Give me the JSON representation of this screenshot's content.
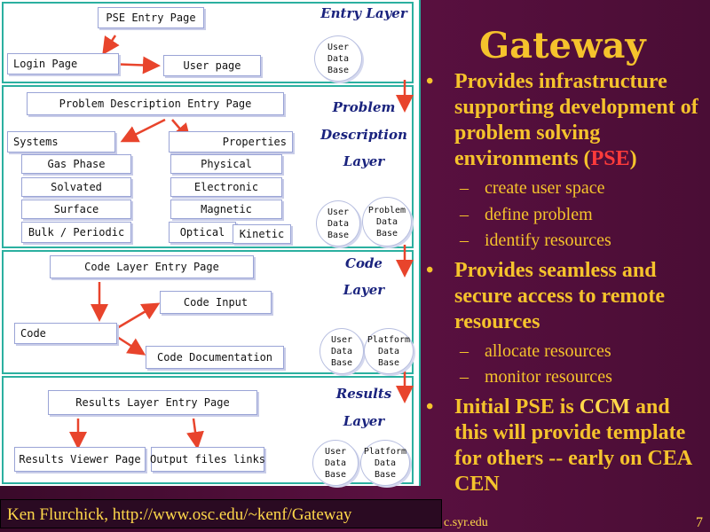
{
  "diagram": {
    "entry": {
      "title": "PSE Entry Page",
      "login": "Login Page",
      "user": "User page",
      "layer": "Entry Layer",
      "db": "User\nData\nBase"
    },
    "problem": {
      "entry": "Problem Description Entry Page",
      "systems": "Systems",
      "properties": "Properties",
      "gas": "Gas Phase",
      "solvated": "Solvated",
      "surface": "Surface",
      "bulk": "Bulk / Periodic",
      "physical": "Physical",
      "electronic": "Electronic",
      "magnetic": "Magnetic",
      "optical": "Optical",
      "kinetic": "Kinetic",
      "layer1": "Problem",
      "layer2": "Description",
      "layer3": "Layer",
      "db1": "User\nData\nBase",
      "db2": "Problem\nData\nBase"
    },
    "code": {
      "entry": "Code Layer Entry Page",
      "input": "Code Input",
      "code": "Code",
      "doc": "Code Documentation",
      "layer1": "Code",
      "layer2": "Layer",
      "db1": "User\nData\nBase",
      "db2": "Platform\nData\nBase"
    },
    "results": {
      "entry": "Results Layer Entry Page",
      "viewer": "Results Viewer Page",
      "output": "Output files links",
      "layer1": "Results",
      "layer2": "Layer",
      "db1": "User\nData\nBase",
      "db2": "Platform\nData\nBase"
    }
  },
  "slide": {
    "title": "Gateway",
    "bullet1_a": "Provides infrastructure supporting development of problem solving environments (",
    "bullet1_pse": "PSE",
    "bullet1_b": ")",
    "sub1": [
      "create user space",
      "define problem",
      "identify resources"
    ],
    "bullet2": "Provides seamless and secure access to remote resources",
    "sub2": [
      "allocate resources",
      "monitor resources"
    ],
    "bullet3_a": "Initial PSE is ",
    "bullet3_ccm": "CCM",
    "bullet3_b": " and this will provide template for others -- early on CEA CEN",
    "footer": "Ken Flurchick, http://www.osc.edu/~kenf/Gateway",
    "footer2": "c.syr.edu",
    "page": "7"
  },
  "colors": {
    "accent": "#f5c32c",
    "arrow": "#e8442c",
    "frame": "#2bb0a0",
    "background": "#4a0d35"
  }
}
